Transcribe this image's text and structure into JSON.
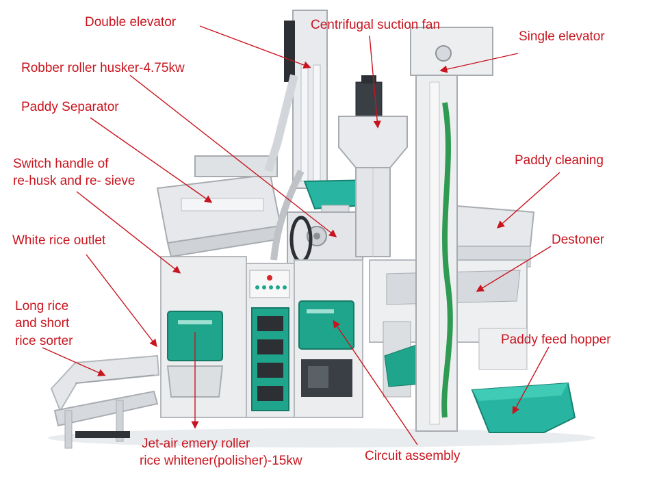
{
  "annotation_color": "#c8141e",
  "machine_colors": {
    "body": "#ecedef",
    "panel_teal": "#1fa58c",
    "chute_teal": "#27b5a2",
    "motor": "#3a3f46",
    "belt": "#2c2f33",
    "steel": "#d2d5d9",
    "hose": "#2f9a52"
  },
  "labels": {
    "double_elevator": "Double elevator",
    "centrifugal_fan": "Centrifugal suction fan",
    "single_elevator": "Single elevator",
    "rubber_husker": "Robber roller husker-4.75kw",
    "paddy_separator": "Paddy Separator",
    "switch_handle_1": "Switch handle of",
    "switch_handle_2": "re-husk and re- sieve",
    "paddy_cleaning": "Paddy cleaning",
    "white_rice_outlet": "White rice outlet",
    "destoner": "Destoner",
    "sorter_1": "Long rice",
    "sorter_2": "and short",
    "sorter_3": "rice sorter",
    "feed_hopper": "Paddy feed hopper",
    "whitener_1": "Jet-air emery roller",
    "whitener_2": "rice whitener(polisher)-15kw",
    "circuit": "Circuit assembly"
  }
}
